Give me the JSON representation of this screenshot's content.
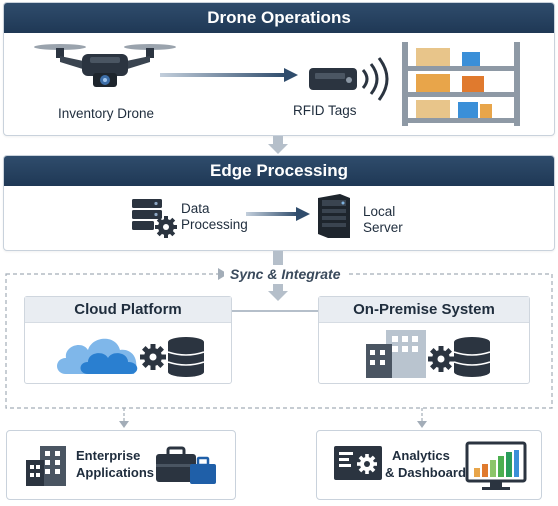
{
  "drone_operations": {
    "title": "Drone Operations",
    "drone_label": "Inventory Drone",
    "rfid_label": "RFID Tags"
  },
  "edge_processing": {
    "title": "Edge Processing",
    "data_processing_label_1": "Data",
    "data_processing_label_2": "Processing",
    "local_server_label_1": "Local",
    "local_server_label_2": "Server"
  },
  "sync": {
    "label": "Sync & Integrate",
    "cloud_title": "Cloud Platform",
    "onprem_title": "On-Premise System"
  },
  "outputs": {
    "enterprise_label_1": "Enterprise",
    "enterprise_label_2": "Applications",
    "analytics_label_1": "Analytics",
    "analytics_label_2": "& Dashboard"
  },
  "colors": {
    "header_navy": "#1f3855",
    "arrow_blue": "#2f4c6c",
    "cloud_blue": "#2a7fd0",
    "box_orange": "#e8a54a",
    "box_blue": "#3a8fd8"
  }
}
